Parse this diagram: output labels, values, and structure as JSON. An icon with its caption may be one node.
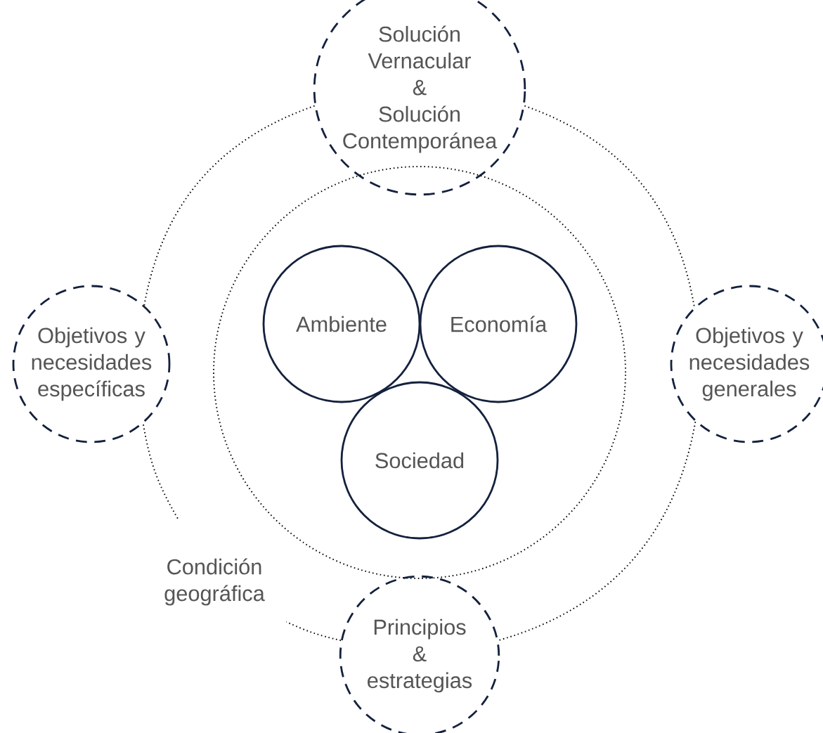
{
  "diagram": {
    "nodes": [
      {
        "text": [
          "Solución Vernacular & Solución Contemporánea"
        ]
      },
      {
        "text": [
          "Objetivos y necesidades específicas"
        ]
      },
      {
        "text": [
          "Objetivos y necesidades generales"
        ]
      },
      {
        "text": [],
        "shape": "circle"
      },
      {
        "text": [
          "Ambiente"
        ],
        "in": 3
      },
      {
        "text": [
          "Economía"
        ],
        "in": 3
      },
      {
        "text": [
          "Sociedad"
        ],
        "in": 3
      },
      {
        "text": [
          "Condición geográfica"
        ]
      },
      {
        "text": [
          "Principios & estrategias"
        ]
      }
    ],
    "edges": [
      {
        "from": 0,
        "to": 2,
        "arrow": "none"
      },
      {
        "from": 2,
        "to": 8,
        "arrow": "none"
      },
      {
        "from": 8,
        "to": 7,
        "arrow": "none"
      },
      {
        "from": 7,
        "to": 1,
        "arrow": "none"
      },
      {
        "from": 1,
        "to": 0,
        "arrow": "none"
      }
    ]
  }
}
